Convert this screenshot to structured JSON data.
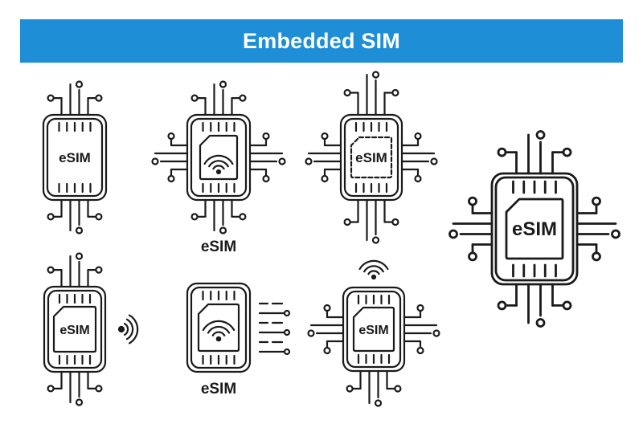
{
  "banner": {
    "title": "Embedded SIM",
    "color": "#1e8fd6"
  },
  "stroke_color": "#1a1a1a",
  "icons": [
    {
      "name": "esim-chip-basic",
      "chip_label": "eSIM",
      "caption": "",
      "inner": "label",
      "card_frame": false,
      "dashed": false,
      "signal": "none"
    },
    {
      "name": "esim-chip-wifi",
      "chip_label": "",
      "caption": "eSIM",
      "inner": "wifi",
      "card_frame": false,
      "dashed": false,
      "signal": "none"
    },
    {
      "name": "esim-chip-dashed",
      "chip_label": "eSIM",
      "caption": "",
      "inner": "label",
      "card_frame": false,
      "dashed": true,
      "signal": "none"
    },
    {
      "name": "esim-chip-large",
      "chip_label": "eSIM",
      "caption": "",
      "inner": "label",
      "card_frame": true,
      "dashed": false,
      "signal": "none"
    },
    {
      "name": "esim-chip-nfc",
      "chip_label": "eSIM",
      "caption": "",
      "inner": "label",
      "card_frame": true,
      "dashed": false,
      "signal": "nfc-waves"
    },
    {
      "name": "esim-chip-wifi-data-lines",
      "chip_label": "",
      "caption": "eSIM",
      "inner": "wifi",
      "card_frame": false,
      "dashed": false,
      "signal": "none"
    },
    {
      "name": "esim-chip-wifi-signal",
      "chip_label": "eSIM",
      "caption": "",
      "inner": "label",
      "card_frame": true,
      "dashed": false,
      "signal": "wifi-above"
    }
  ]
}
